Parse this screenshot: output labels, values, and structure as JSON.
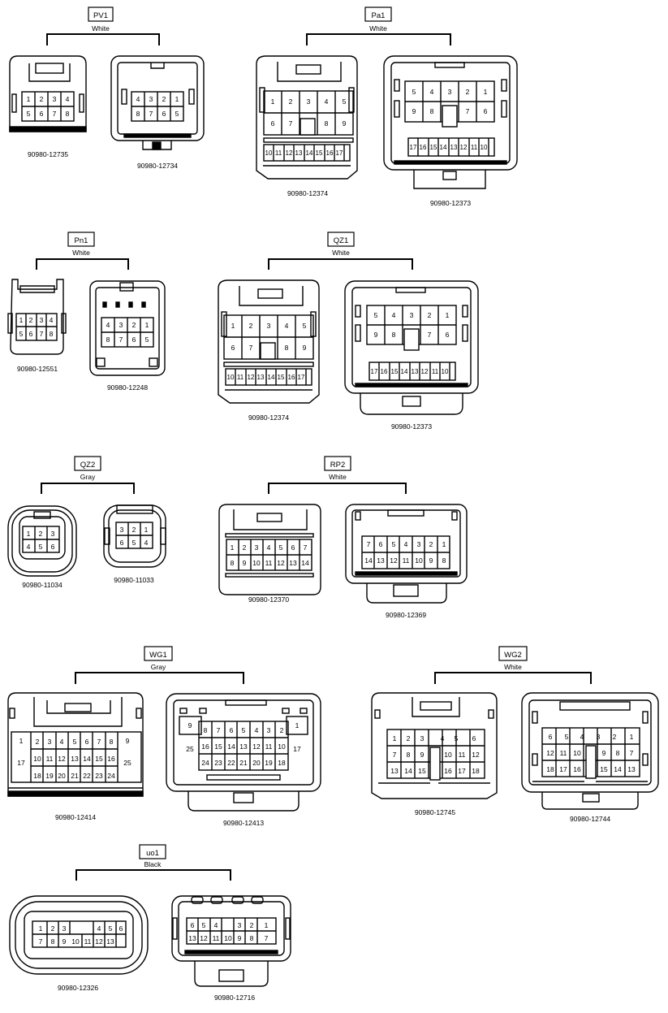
{
  "groups": [
    {
      "code": "PV1",
      "color": "White",
      "parts": [
        "90980-12735",
        "90980-12734"
      ]
    },
    {
      "code": "Pa1",
      "color": "White",
      "parts": [
        "90980-12374",
        "90980-12373"
      ]
    },
    {
      "code": "Pn1",
      "color": "White",
      "parts": [
        "90980-12551",
        "90980-12248"
      ]
    },
    {
      "code": "QZ1",
      "color": "White",
      "parts": [
        "90980-12374",
        "90980-12373"
      ]
    },
    {
      "code": "QZ2",
      "color": "Gray",
      "parts": [
        "90980-11034",
        "90980-11033"
      ]
    },
    {
      "code": "RP2",
      "color": "White",
      "parts": [
        "90980-12370",
        "90980-12369"
      ]
    },
    {
      "code": "WG1",
      "color": "Gray",
      "parts": [
        "90980-12414",
        "90980-12413"
      ]
    },
    {
      "code": "WG2",
      "color": "White",
      "parts": [
        "90980-12745",
        "90980-12744"
      ]
    },
    {
      "code": "uo1",
      "color": "Black",
      "parts": [
        "90980-12326",
        "90980-12716"
      ]
    }
  ]
}
